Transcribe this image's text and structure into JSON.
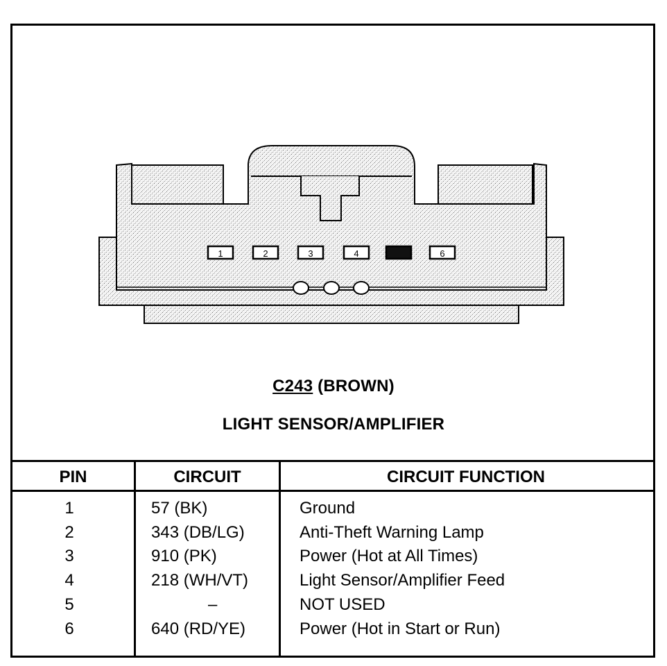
{
  "diagram": {
    "connector_id": "C243",
    "connector_color": "(BROWN)",
    "component": "LIGHT SENSOR/AMPLIFIER",
    "pin_labels": [
      "1",
      "2",
      "3",
      "4",
      "",
      "6"
    ],
    "blocked_pin": "5"
  },
  "table": {
    "headers": {
      "pin": "PIN",
      "circuit": "CIRCUIT",
      "function": "CIRCUIT FUNCTION"
    },
    "rows": [
      {
        "pin": "1",
        "circuit": "57 (BK)",
        "function": "Ground"
      },
      {
        "pin": "2",
        "circuit": "343 (DB/LG)",
        "function": "Anti-Theft Warning Lamp"
      },
      {
        "pin": "3",
        "circuit": "910 (PK)",
        "function": "Power (Hot at All Times)"
      },
      {
        "pin": "4",
        "circuit": "218 (WH/VT)",
        "function": "Light Sensor/Amplifier Feed"
      },
      {
        "pin": "5",
        "circuit": "–",
        "function": "NOT USED"
      },
      {
        "pin": "6",
        "circuit": "640 (RD/YE)",
        "function": "Power (Hot in Start or Run)"
      }
    ]
  }
}
